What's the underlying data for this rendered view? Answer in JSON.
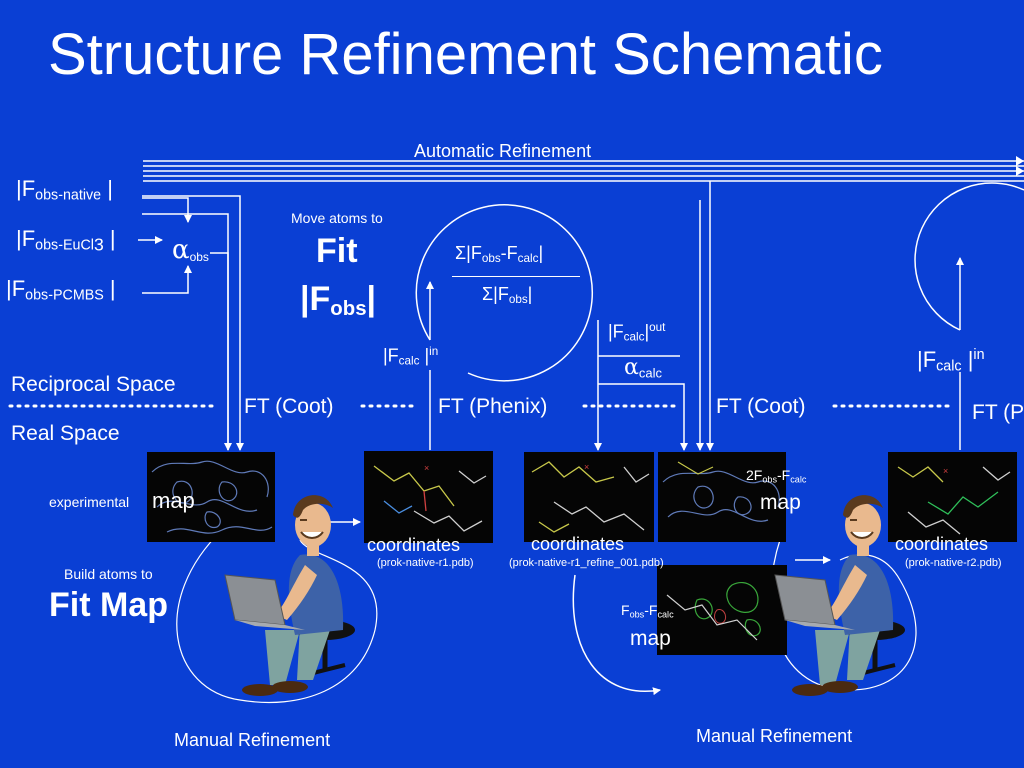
{
  "title": "Structure Refinement Schematic",
  "automatic_refinement": "Automatic Refinement",
  "inputs": {
    "native": {
      "prefix": "|F",
      "sub": "obs-native",
      "suffix": " |"
    },
    "eucl": {
      "prefix": "|F",
      "sub": "obs-EuCl",
      "sub2": "3",
      "suffix": " |"
    },
    "pcmbs": {
      "prefix": "|F",
      "sub": "obs-PCMBS",
      "suffix": " |"
    }
  },
  "alpha_obs": {
    "symbol": "α",
    "sub": "obs"
  },
  "move_atoms_to": "Move atoms to",
  "fit": "Fit",
  "fobs_fit": {
    "open": "|F",
    "sub": "obs",
    "close": "|"
  },
  "rfactor": {
    "num_sigma": "Σ",
    "num_a": "|F",
    "num_sub1": "obs",
    "num_mid": "-F",
    "num_sub2": "calc",
    "num_close": "|",
    "den_sigma": "Σ",
    "den_a": "|F",
    "den_sub": "obs",
    "den_close": "|"
  },
  "fcalc_out": {
    "a": "|F",
    "sub": "calc",
    "b": "|",
    "sup": "out"
  },
  "alpha_calc": {
    "symbol": "α",
    "sub": "calc"
  },
  "fcalc_in_1": {
    "a": "|F",
    "sub": "calc",
    "b": " |",
    "sup": "in"
  },
  "fcalc_in_2": {
    "a": "|F",
    "sub": "calc",
    "b": " |",
    "sup": "in"
  },
  "reciprocal_space": "Reciprocal Space",
  "real_space": "Real Space",
  "ft": [
    "FT (Coot)",
    "FT (Phenix)",
    "FT (Coot)",
    "FT (P"
  ],
  "experimental": "experimental",
  "map": "map",
  "build_atoms_to": "Build atoms to",
  "fit_map": "Fit Map",
  "coordinates": "coordinates",
  "files": [
    "(prok-native-r1.pdb)",
    "(prok-native-r1_refine_001.pdb)",
    "(prok-native-r2.pdb)"
  ],
  "twofofc": {
    "a": "2F",
    "sub1": "obs",
    "b": "-F",
    "sub2": "calc",
    "map": "map"
  },
  "fofc": {
    "a": "F",
    "sub1": "obs",
    "b": "-F",
    "sub2": "calc",
    "map": "map"
  },
  "manual_refinement": [
    "Manual Refinement",
    "Manual Refinement"
  ],
  "colors": {
    "background": "#0a3fd4",
    "text": "#ffffff",
    "skin": "#e9b98e",
    "shirt": "#3d62a8",
    "pants": "#7fa3a0",
    "hair": "#5a3a1e",
    "laptop": "#8b8f94",
    "density_blue": "#6f8fd8",
    "density_green": "#39a63a"
  }
}
